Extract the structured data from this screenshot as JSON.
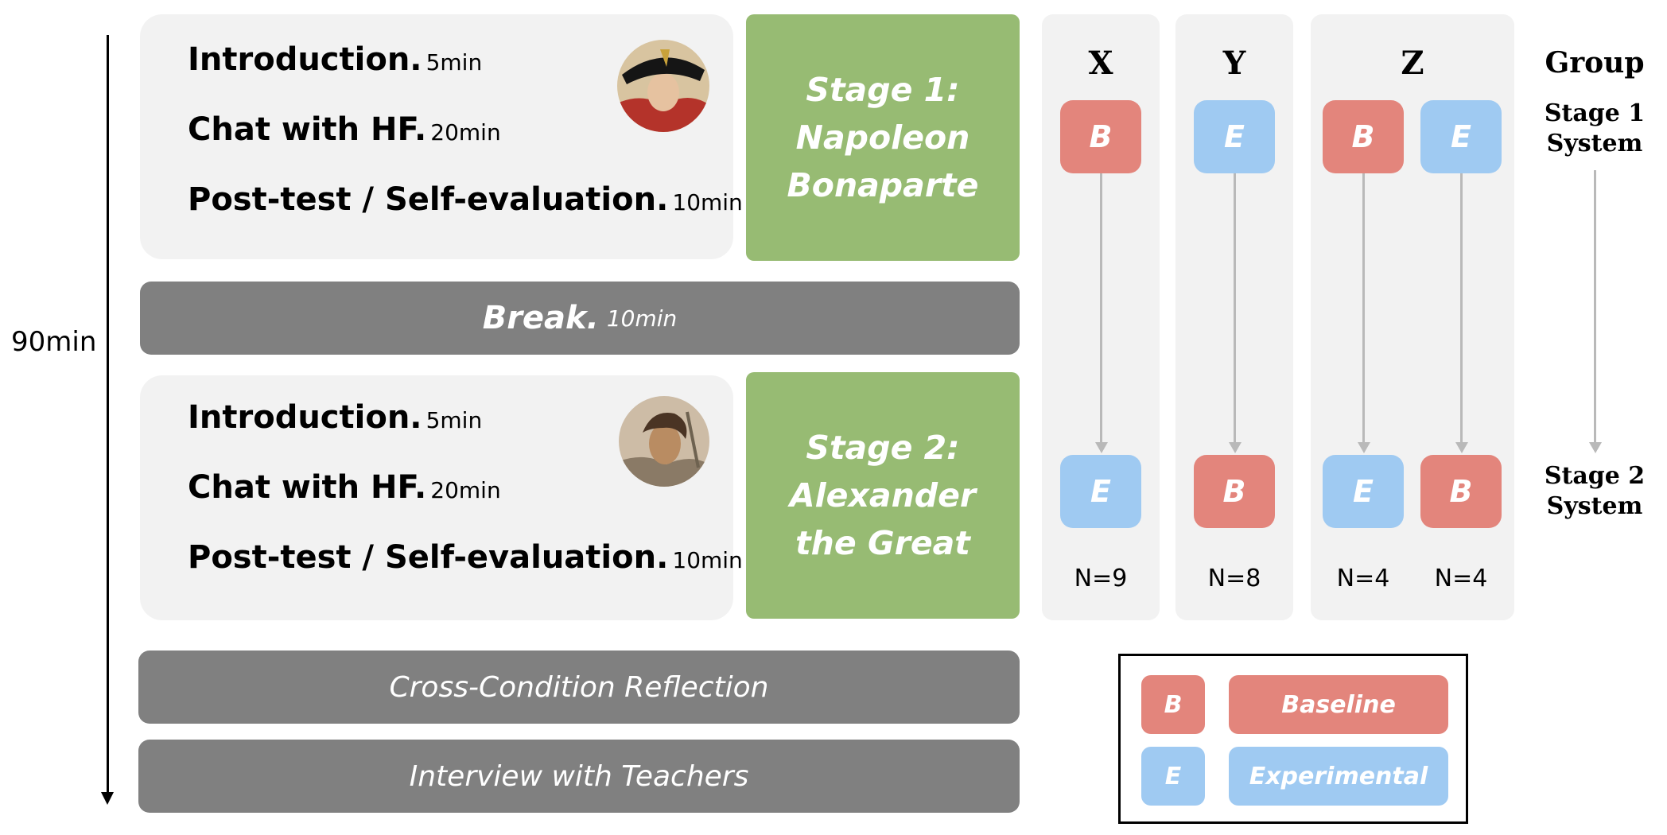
{
  "timeline": {
    "label": "90min"
  },
  "stage1": {
    "rows": [
      {
        "title": "Introduction.",
        "duration": "5min"
      },
      {
        "title": "Chat with HF.",
        "duration": "20min"
      },
      {
        "title": "Post-test / Self-evaluation.",
        "duration": "10min"
      }
    ],
    "line1": "Stage 1:",
    "line2": "Napoleon",
    "line3": "Bonaparte"
  },
  "break_bar": {
    "title": "Break.",
    "duration": "10min"
  },
  "stage2": {
    "rows": [
      {
        "title": "Introduction.",
        "duration": "5min"
      },
      {
        "title": "Chat with HF.",
        "duration": "20min"
      },
      {
        "title": "Post-test / Self-evaluation.",
        "duration": "10min"
      }
    ],
    "line1": "Stage 2:",
    "line2": "Alexander",
    "line3": "the Great"
  },
  "bars": {
    "reflection": "Cross-Condition Reflection",
    "interview": "Interview with Teachers"
  },
  "groups": [
    {
      "name": "X",
      "columns": [
        {
          "stage1": "B",
          "stage2": "E",
          "n": "N=9"
        }
      ]
    },
    {
      "name": "Y",
      "columns": [
        {
          "stage1": "E",
          "stage2": "B",
          "n": "N=8"
        }
      ]
    },
    {
      "name": "Z",
      "columns": [
        {
          "stage1": "B",
          "stage2": "E",
          "n": "N=4"
        },
        {
          "stage1": "E",
          "stage2": "B",
          "n": "N=4"
        }
      ]
    }
  ],
  "side_labels": {
    "group": "Group",
    "stage1_a": "Stage 1",
    "stage1_b": "System",
    "stage2_a": "Stage 2",
    "stage2_b": "System"
  },
  "legend": [
    {
      "code": "B",
      "label": "Baseline"
    },
    {
      "code": "E",
      "label": "Experimental"
    }
  ],
  "colors": {
    "baseline": "#e3857c",
    "experimental": "#9fcaf2",
    "stage_green": "#97bb73",
    "bar_gray": "#808080",
    "panel_gray": "#f2f2f2"
  }
}
